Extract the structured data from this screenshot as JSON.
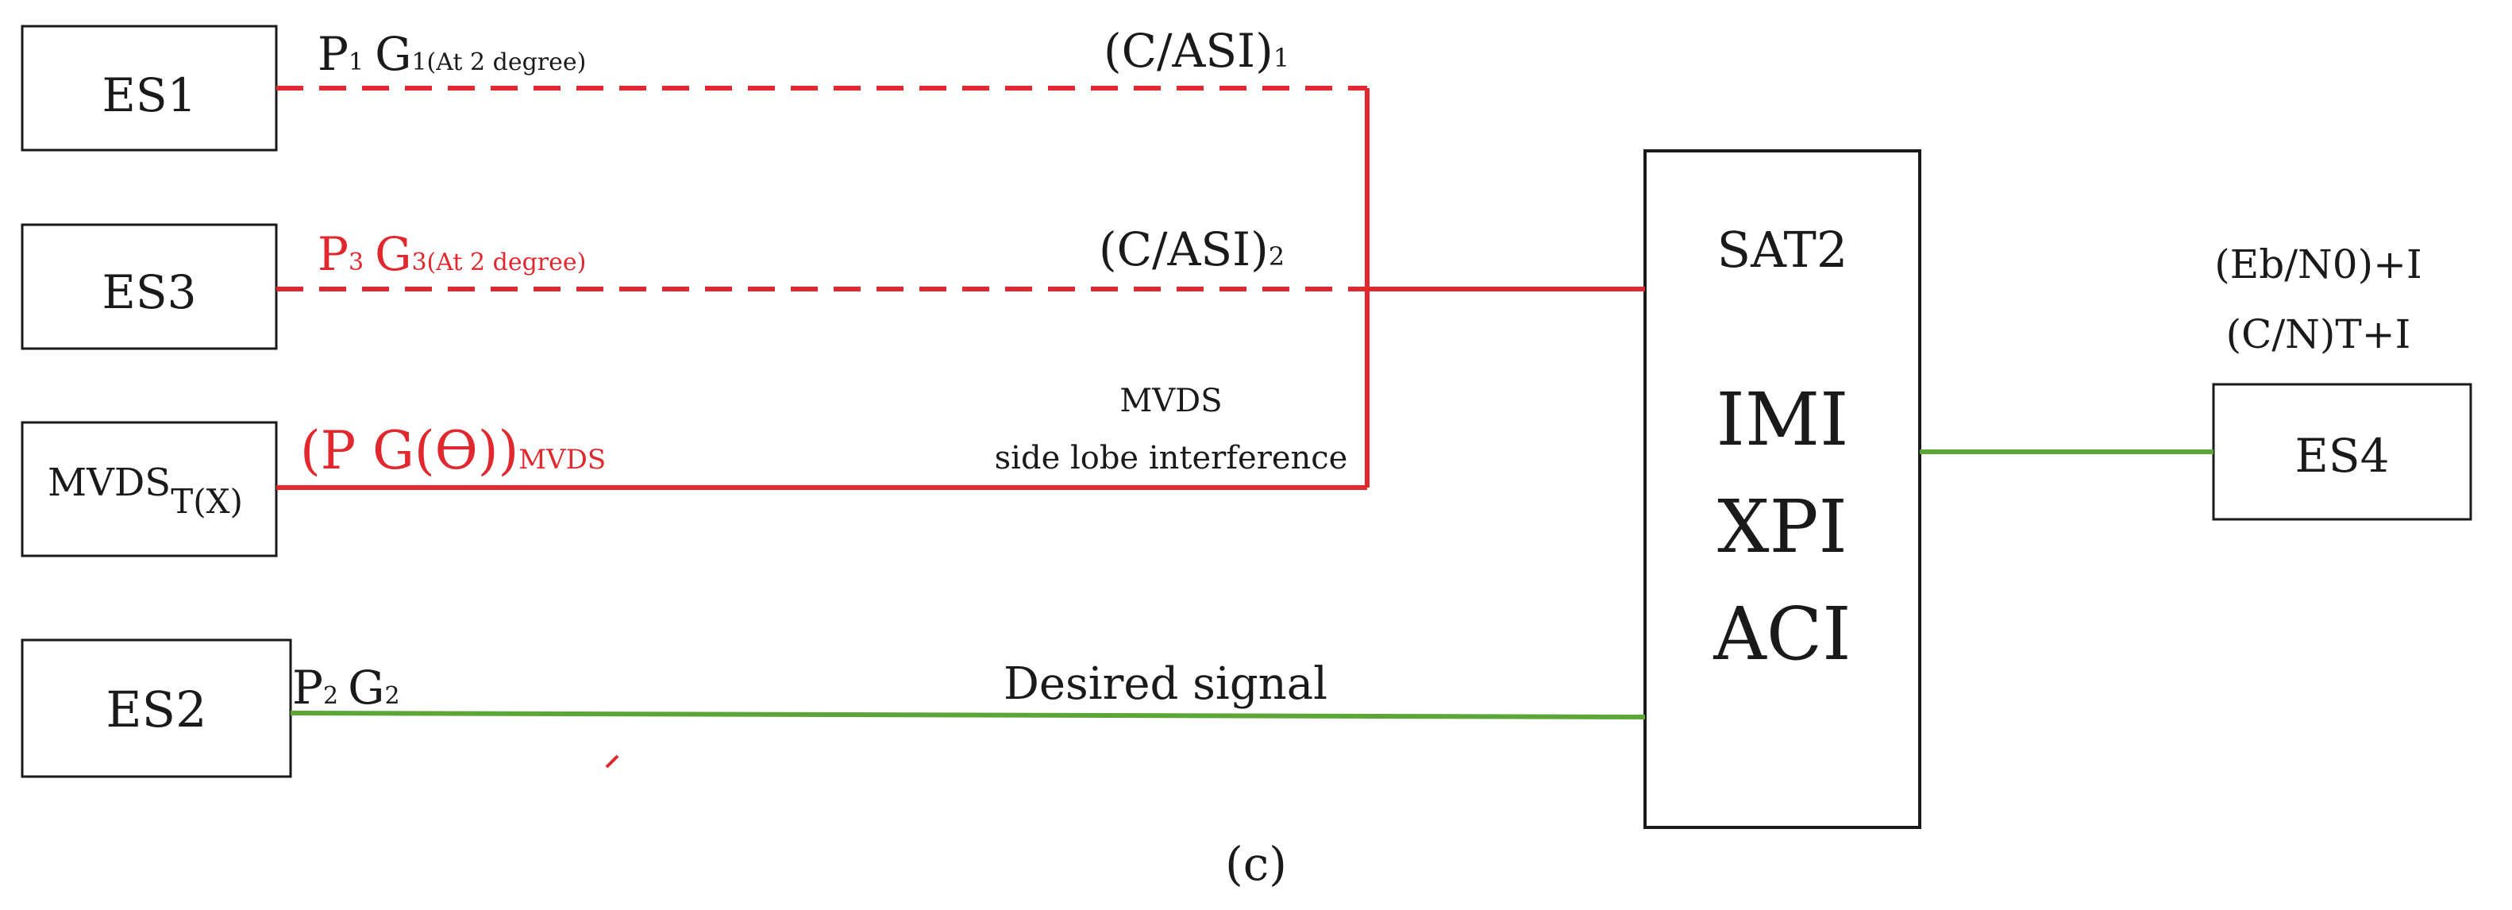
{
  "colors": {
    "interference": "#e0282e",
    "desired": "#5ba637",
    "ink": "#1a1a1a"
  },
  "nodes": {
    "es1": "ES1",
    "es3": "ES3",
    "mvds_main": "MVDS",
    "mvds_sub": "T(X)",
    "es2": "ES2",
    "es4": "ES4",
    "sat_title": "SAT2",
    "sat_lines": [
      "IMI",
      "XPI",
      "ACI"
    ]
  },
  "labels": {
    "es1_main": "P",
    "es1_sub1": "1",
    "es1_g": "G",
    "es1_sub2": "1(At 2 degree)",
    "es3_main": "P",
    "es3_sub1": "3",
    "es3_g": "G",
    "es3_sub2": "3(At 2 degree)",
    "mvds_main": "(P G(ϴ))",
    "mvds_sub": "MVDS",
    "es2_main": "P",
    "es2_sub1": "2",
    "es2_g": "G",
    "es2_sub2": "2",
    "casi1_main": "(C/ASI)",
    "casi1_sub": "1",
    "casi2_main": "(C/ASI)",
    "casi2_sub": "2",
    "mvds_interf_1": "MVDS",
    "mvds_interf_2": "side lobe interference",
    "desired": "Desired signal",
    "ebn0": "(Eb/N0)+I",
    "cnt": "(C/N)T+I",
    "caption": "(c)"
  }
}
